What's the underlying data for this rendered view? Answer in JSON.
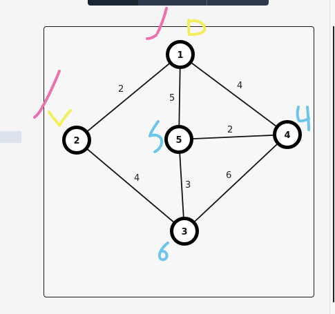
{
  "graph": {
    "nodes": [
      {
        "id": "1",
        "label": "1"
      },
      {
        "id": "2",
        "label": "2"
      },
      {
        "id": "3",
        "label": "3"
      },
      {
        "id": "4",
        "label": "4"
      },
      {
        "id": "5",
        "label": "5"
      }
    ],
    "edges": [
      {
        "from": "1",
        "to": "2",
        "weight": "2"
      },
      {
        "from": "1",
        "to": "5",
        "weight": "5"
      },
      {
        "from": "1",
        "to": "4",
        "weight": "4"
      },
      {
        "from": "5",
        "to": "4",
        "weight": "2"
      },
      {
        "from": "2",
        "to": "3",
        "weight": "4"
      },
      {
        "from": "5",
        "to": "3",
        "weight": "3"
      },
      {
        "from": "4",
        "to": "3",
        "weight": "6"
      }
    ]
  },
  "annotations": {
    "colors": {
      "pink": "#ee6fb1",
      "yellow": "#f3ef5a",
      "blue": "#6cc6ea"
    }
  }
}
